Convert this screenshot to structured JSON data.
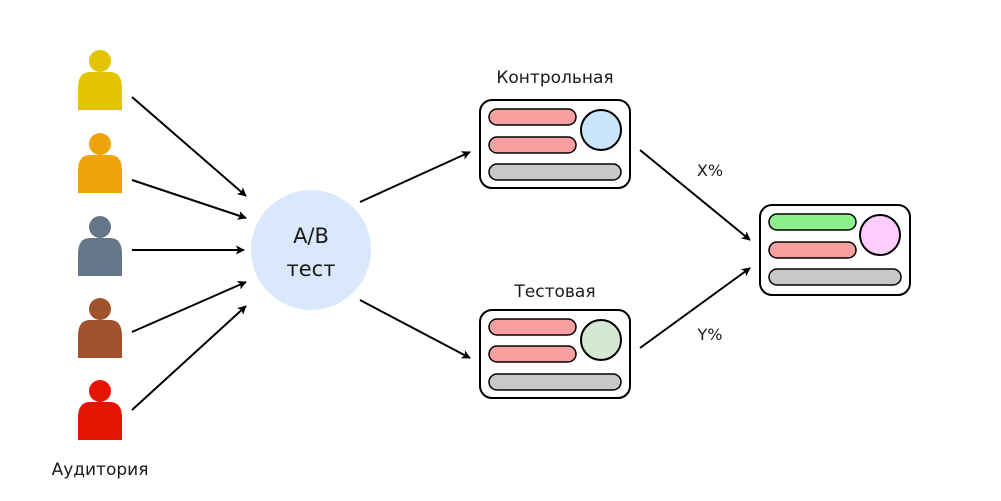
{
  "audience": {
    "label": "Аудитория",
    "people": [
      {
        "name": "person-yellow",
        "color": "#E3C400"
      },
      {
        "name": "person-orange",
        "color": "#F0A30A"
      },
      {
        "name": "person-slate",
        "color": "#647687"
      },
      {
        "name": "person-brown",
        "color": "#A0522D"
      },
      {
        "name": "person-red",
        "color": "#E51400"
      }
    ]
  },
  "ab_test": {
    "line1": "A/B",
    "line2": "тест",
    "color": "#DAE8FC"
  },
  "control": {
    "label": "Контрольная",
    "bar_color": "#F8A0A0",
    "circle_color": "#CCE5FF"
  },
  "test": {
    "label": "Тестовая",
    "bar_color": "#F8A0A0",
    "circle_color": "#D5E8D4"
  },
  "result": {
    "top_bar_color": "#8CF08C",
    "second_bar_color": "#F8A0A0",
    "circle_color": "#FFCCFF"
  },
  "splits": {
    "x": "X%",
    "y": "Y%"
  },
  "colors": {
    "footer_bar": "#C8C8C8",
    "arrow": "#000000",
    "card_border": "#000000"
  }
}
